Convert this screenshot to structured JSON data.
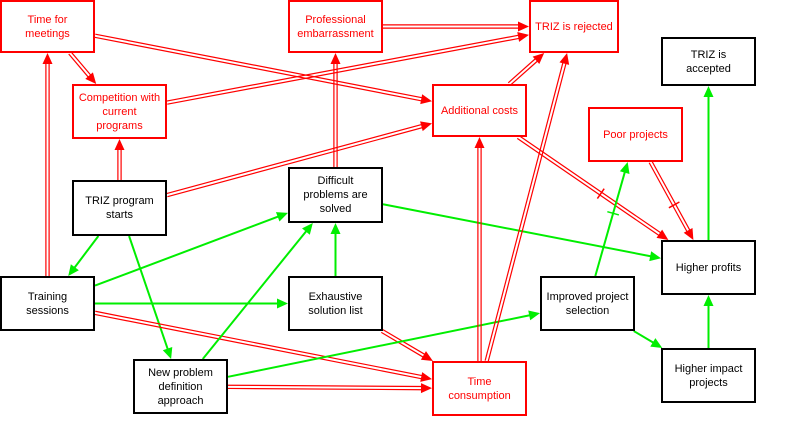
{
  "colors": {
    "negative": "#ff0000",
    "positive_link": "#00ee00",
    "neutral": "#000000"
  },
  "nodes": [
    {
      "id": "time_meetings",
      "label": "Time for\nmeetings",
      "kind": "neg"
    },
    {
      "id": "prof_embarrass",
      "label": "Professional\nembarrassment",
      "kind": "neg"
    },
    {
      "id": "triz_rejected",
      "label": "TRIZ is rejected",
      "kind": "neg"
    },
    {
      "id": "triz_accepted",
      "label": "TRIZ is accepted",
      "kind": "pos"
    },
    {
      "id": "competition",
      "label": "Competition with\ncurrent\nprograms",
      "kind": "neg"
    },
    {
      "id": "additional_costs",
      "label": "Additional costs",
      "kind": "neg"
    },
    {
      "id": "poor_projects",
      "label": "Poor projects",
      "kind": "neg"
    },
    {
      "id": "triz_starts",
      "label": "TRIZ program\nstarts",
      "kind": "pos"
    },
    {
      "id": "difficult_solved",
      "label": "Difficult\nproblems are\nsolved",
      "kind": "pos"
    },
    {
      "id": "training",
      "label": "Training\nsessions",
      "kind": "pos"
    },
    {
      "id": "exhaustive",
      "label": "Exhaustive\nsolution list",
      "kind": "pos"
    },
    {
      "id": "improved_selection",
      "label": "Improved project\nselection",
      "kind": "pos"
    },
    {
      "id": "higher_profits",
      "label": "Higher profits",
      "kind": "pos"
    },
    {
      "id": "new_problem",
      "label": "New problem\ndefinition\napproach",
      "kind": "pos"
    },
    {
      "id": "time_consumption",
      "label": "Time\nconsumption",
      "kind": "neg"
    },
    {
      "id": "higher_impact",
      "label": "Higher impact\nprojects",
      "kind": "pos"
    }
  ],
  "edges": [
    {
      "from": "time_meetings",
      "to": "competition",
      "type": "neg"
    },
    {
      "from": "time_meetings",
      "to": "additional_costs",
      "type": "neg"
    },
    {
      "from": "prof_embarrass",
      "to": "triz_rejected",
      "type": "neg"
    },
    {
      "from": "competition",
      "to": "triz_rejected",
      "type": "neg"
    },
    {
      "from": "additional_costs",
      "to": "triz_rejected",
      "type": "neg"
    },
    {
      "from": "additional_costs",
      "to": "higher_profits",
      "type": "neg",
      "tick": true
    },
    {
      "from": "poor_projects",
      "to": "higher_profits",
      "type": "neg",
      "tick": true
    },
    {
      "from": "triz_starts",
      "to": "competition",
      "type": "neg"
    },
    {
      "from": "triz_starts",
      "to": "additional_costs",
      "type": "neg"
    },
    {
      "from": "triz_starts",
      "to": "training",
      "type": "pos"
    },
    {
      "from": "triz_starts",
      "to": "new_problem",
      "type": "pos"
    },
    {
      "from": "training",
      "to": "time_meetings",
      "type": "neg"
    },
    {
      "from": "training",
      "to": "difficult_solved",
      "type": "pos"
    },
    {
      "from": "training",
      "to": "exhaustive",
      "type": "pos"
    },
    {
      "from": "training",
      "to": "time_consumption",
      "type": "neg"
    },
    {
      "from": "difficult_solved",
      "to": "prof_embarrass",
      "type": "neg"
    },
    {
      "from": "difficult_solved",
      "to": "higher_profits",
      "type": "pos"
    },
    {
      "from": "exhaustive",
      "to": "difficult_solved",
      "type": "pos"
    },
    {
      "from": "exhaustive",
      "to": "time_consumption",
      "type": "neg"
    },
    {
      "from": "new_problem",
      "to": "difficult_solved",
      "type": "pos"
    },
    {
      "from": "new_problem",
      "to": "improved_selection",
      "type": "pos"
    },
    {
      "from": "new_problem",
      "to": "time_consumption",
      "type": "neg"
    },
    {
      "from": "time_consumption",
      "to": "additional_costs",
      "type": "neg"
    },
    {
      "from": "time_consumption",
      "to": "triz_rejected",
      "type": "neg"
    },
    {
      "from": "improved_selection",
      "to": "poor_projects",
      "type": "pos",
      "tick": true
    },
    {
      "from": "improved_selection",
      "to": "higher_impact",
      "type": "pos"
    },
    {
      "from": "higher_impact",
      "to": "higher_profits",
      "type": "pos"
    },
    {
      "from": "higher_profits",
      "to": "triz_accepted",
      "type": "pos"
    }
  ]
}
